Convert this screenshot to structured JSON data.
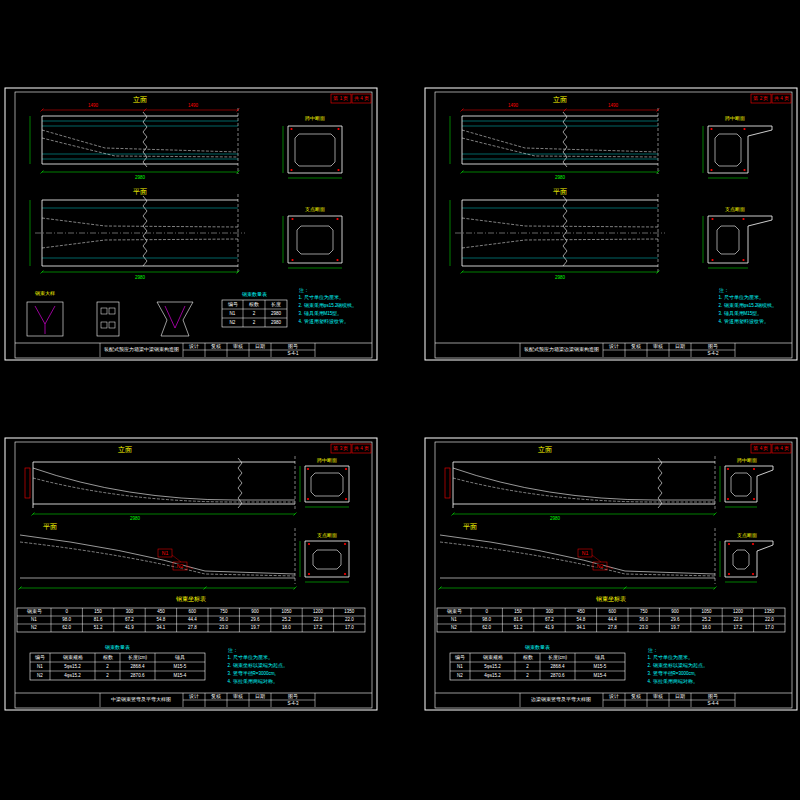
{
  "diagram": {
    "labels": [
      "第 1 页",
      "共 4 页",
      "立面",
      "1490",
      "1490",
      "2980",
      "跨中断面",
      "平面",
      "2980",
      "支点断面",
      "钢束大样",
      "钢束数量表",
      "编号",
      "根数",
      "长度",
      "N1",
      "2",
      "2980",
      "N2",
      "2",
      "2980",
      "注：",
      "1. 尺寸单位为厘米。",
      "2. 钢束采用φs15.2钢绞线。",
      "3. 锚具采用M15型。",
      "4. 管道用塑料波纹管。",
      "装配式预应力箱梁中梁钢束构造图",
      "设计",
      "复核",
      "审核",
      "日期",
      "图号",
      "S-4-1",
      "第 2 页",
      "共 4 页",
      "立面",
      "1490",
      "1490",
      "2980",
      "跨中断面",
      "平面",
      "2980",
      "支点断面",
      "注：",
      "1. 尺寸单位为厘米。",
      "2. 钢束采用φs15.2钢绞线。",
      "3. 锚具采用M15型。",
      "4. 管道用塑料波纹管。",
      "装配式预应力箱梁边梁钢束构造图",
      "设计",
      "复核",
      "审核",
      "日期",
      "图号",
      "S-4-2",
      "第 3 页",
      "共 4 页",
      "立面",
      "2980",
      "跨中断面",
      "平面",
      "N1",
      "N2",
      "支点断面",
      "钢束坐标表",
      "钢束号",
      "0",
      "150",
      "300",
      "450",
      "600",
      "750",
      "900",
      "1050",
      "1200",
      "1350",
      "N1",
      "98.0",
      "81.6",
      "67.2",
      "54.8",
      "44.4",
      "36.0",
      "29.6",
      "25.2",
      "22.8",
      "22.0",
      "N2",
      "62.0",
      "51.2",
      "41.9",
      "34.1",
      "27.8",
      "23.0",
      "19.7",
      "18.0",
      "17.2",
      "17.0",
      "钢束数量表",
      "编号",
      "钢束规格",
      "根数",
      "长度(cm)",
      "锚具",
      "N1",
      "5φs15.2",
      "2",
      "2868.4",
      "M15-5",
      "N2",
      "4φs15.2",
      "2",
      "2870.6",
      "M15-4",
      "注：",
      "1. 尺寸单位为厘米。",
      "2. 钢束坐标以梁端为起点。",
      "3. 竖弯半径R=3000cm。",
      "4. 张拉采用两端对称。",
      "中梁钢束竖弯及平弯大样图",
      "设计",
      "复核",
      "审核",
      "日期",
      "图号",
      "S-4-3",
      "第 4 页",
      "共 4 页",
      "立面",
      "2980",
      "跨中断面",
      "平面",
      "N1",
      "N2",
      "支点断面",
      "钢束坐标表",
      "钢束号",
      "0",
      "150",
      "300",
      "450",
      "600",
      "750",
      "900",
      "1050",
      "1200",
      "1350",
      "N1",
      "98.0",
      "81.6",
      "67.2",
      "54.8",
      "44.4",
      "36.0",
      "29.6",
      "25.2",
      "22.8",
      "22.0",
      "N2",
      "62.0",
      "51.2",
      "41.9",
      "34.1",
      "27.8",
      "23.0",
      "19.7",
      "18.0",
      "17.2",
      "17.0",
      "钢束数量表",
      "编号",
      "钢束规格",
      "根数",
      "长度(cm)",
      "锚具",
      "N1",
      "5φs15.2",
      "2",
      "2868.4",
      "M15-5",
      "N2",
      "4φs15.2",
      "2",
      "2870.6",
      "M15-4",
      "注：",
      "1. 尺寸单位为厘米。",
      "2. 钢束坐标以梁端为起点。",
      "3. 竖弯半径R=3000cm。",
      "4. 张拉采用两端对称。",
      "边梁钢束竖弯及平弯大样图",
      "设计",
      "复核",
      "审核",
      "日期",
      "图号",
      "S-4-4"
    ]
  }
}
